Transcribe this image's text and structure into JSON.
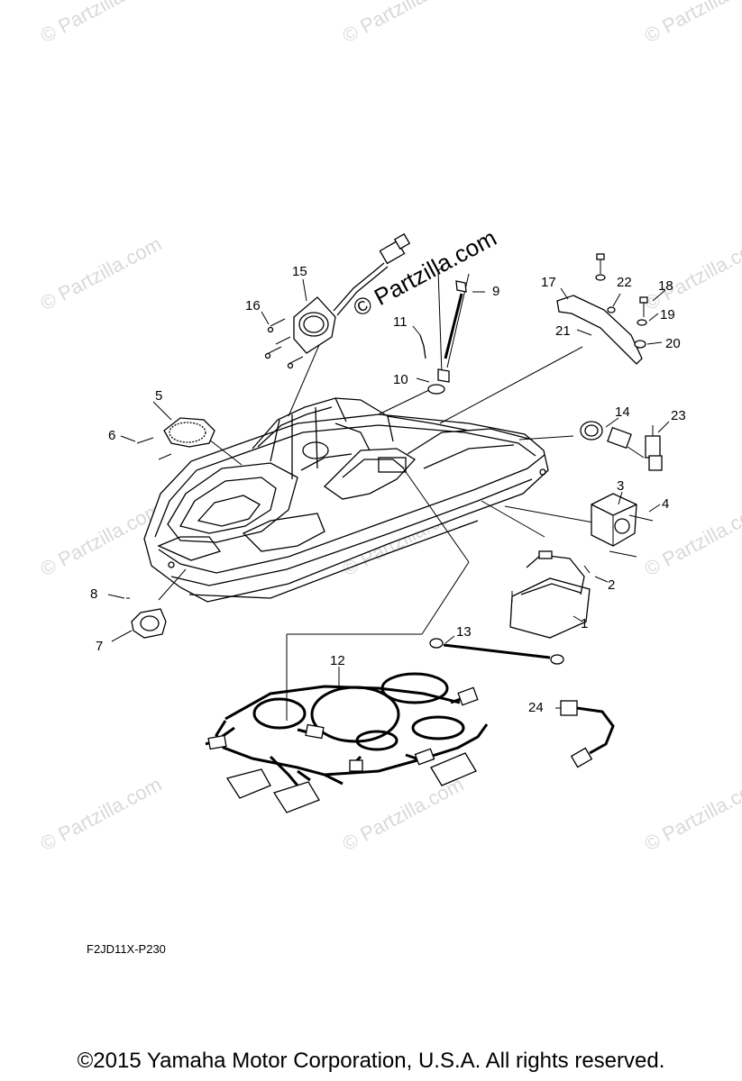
{
  "watermark": {
    "text": "© Partzilla.com",
    "main_text": "© Partzilla.com"
  },
  "callouts": {
    "c1": "1",
    "c2": "2",
    "c3": "3",
    "c4": "4",
    "c5": "5",
    "c6": "6",
    "c7": "7",
    "c8": "8",
    "c9": "9",
    "c10": "10",
    "c11": "11",
    "c12": "12",
    "c13": "13",
    "c14": "14",
    "c15": "15",
    "c16": "16",
    "c17": "17",
    "c18": "18",
    "c19": "19",
    "c20": "20",
    "c21": "21",
    "c22": "22",
    "c23": "23",
    "c24": "24"
  },
  "diagram_code": "F2JD11X-P230",
  "copyright": "©2015  Yamaha Motor Corporation, U.S.A. All rights reserved."
}
